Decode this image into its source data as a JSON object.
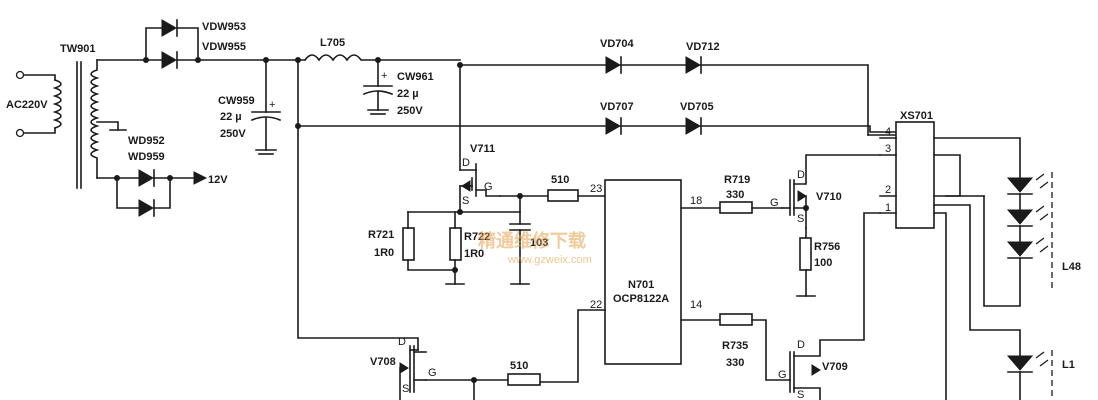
{
  "labels": {
    "tw901": "TW901",
    "ac220v": "AC220V",
    "vdw953": "VDW953",
    "vdw955": "VDW955",
    "wd952": "WD952",
    "wd959": "WD959",
    "v12": "12V",
    "l705": "L705",
    "cw961": "CW961",
    "cw961_val1": "22 µ",
    "cw961_val2": "250V",
    "cw959": "CW959",
    "cw959_val1": "22 µ",
    "cw959_val2": "250V",
    "vd704": "VD704",
    "vd712": "VD712",
    "vd707": "VD707",
    "vd705": "VD705",
    "xs701": "XS701",
    "v711": "V711",
    "v710": "V710",
    "v708": "V708",
    "v709": "V709",
    "r721": "R721",
    "r721_val": "1R0",
    "r722": "R722",
    "r722_val": "1R0",
    "r103": "103",
    "r510a": "510",
    "r510b": "510",
    "r719": "R719",
    "r719_val": "330",
    "r735": "R735",
    "r735_val": "330",
    "r756": "R756",
    "r756_val": "100",
    "n701": "N701",
    "n701_part": "OCP8122A",
    "l48": "L48",
    "l1": "L1"
  },
  "pins": {
    "p23": "23",
    "p18": "18",
    "p22": "22",
    "p14": "14",
    "x4": "4",
    "x3": "3",
    "x2": "2",
    "x1": "1",
    "d": "D",
    "g": "G",
    "s": "S",
    "plus": "+"
  },
  "watermark": {
    "cn": "精通维修下载",
    "url": "www.gzweix.com"
  }
}
